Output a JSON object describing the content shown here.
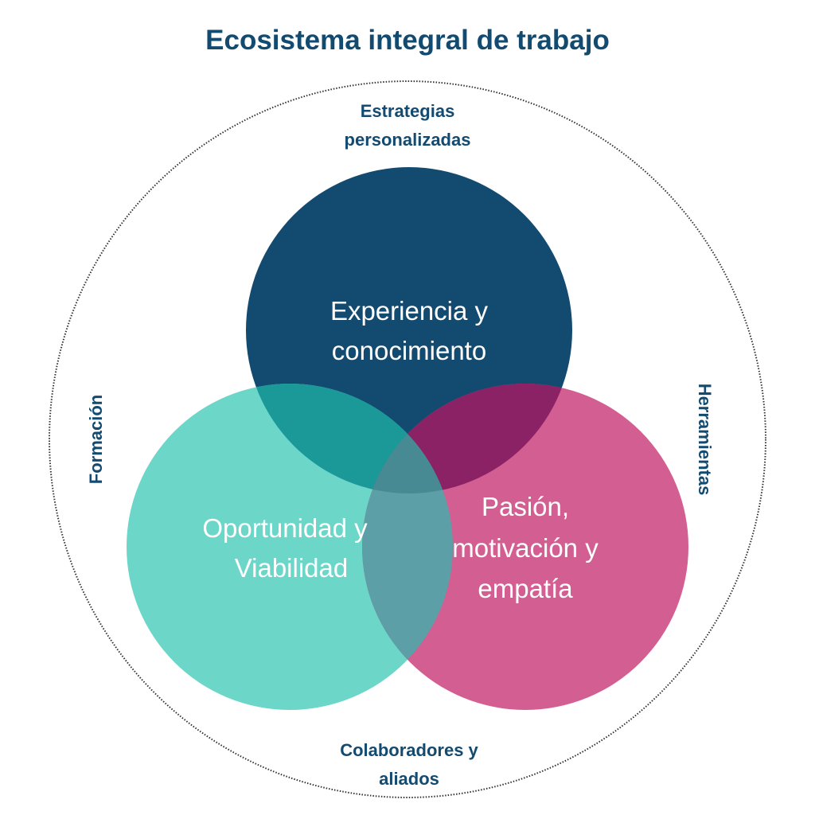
{
  "title": "Ecosistema integral de trabajo",
  "outer_labels": {
    "top": [
      "Estrategias",
      "personalizadas"
    ],
    "left": "Formación",
    "right": "Herramientas",
    "bottom": [
      "Colaboradores y",
      "aliados"
    ]
  },
  "circles": {
    "top": {
      "lines": [
        "Experiencia y",
        "conocimiento"
      ],
      "color": "#134a70"
    },
    "left": {
      "lines": [
        "Oportunidad y",
        "Viabilidad"
      ],
      "color": "#6cd6c9"
    },
    "right": {
      "lines": [
        "Pasión,",
        "motivación y",
        "empatía"
      ],
      "color": "#d35f92"
    }
  },
  "overlap_colors": {
    "top_left": "#1b9898",
    "top_right": "#8a2265",
    "left_right": "#5c9fa6",
    "center": "#478a94"
  },
  "outline_color": "#333333"
}
